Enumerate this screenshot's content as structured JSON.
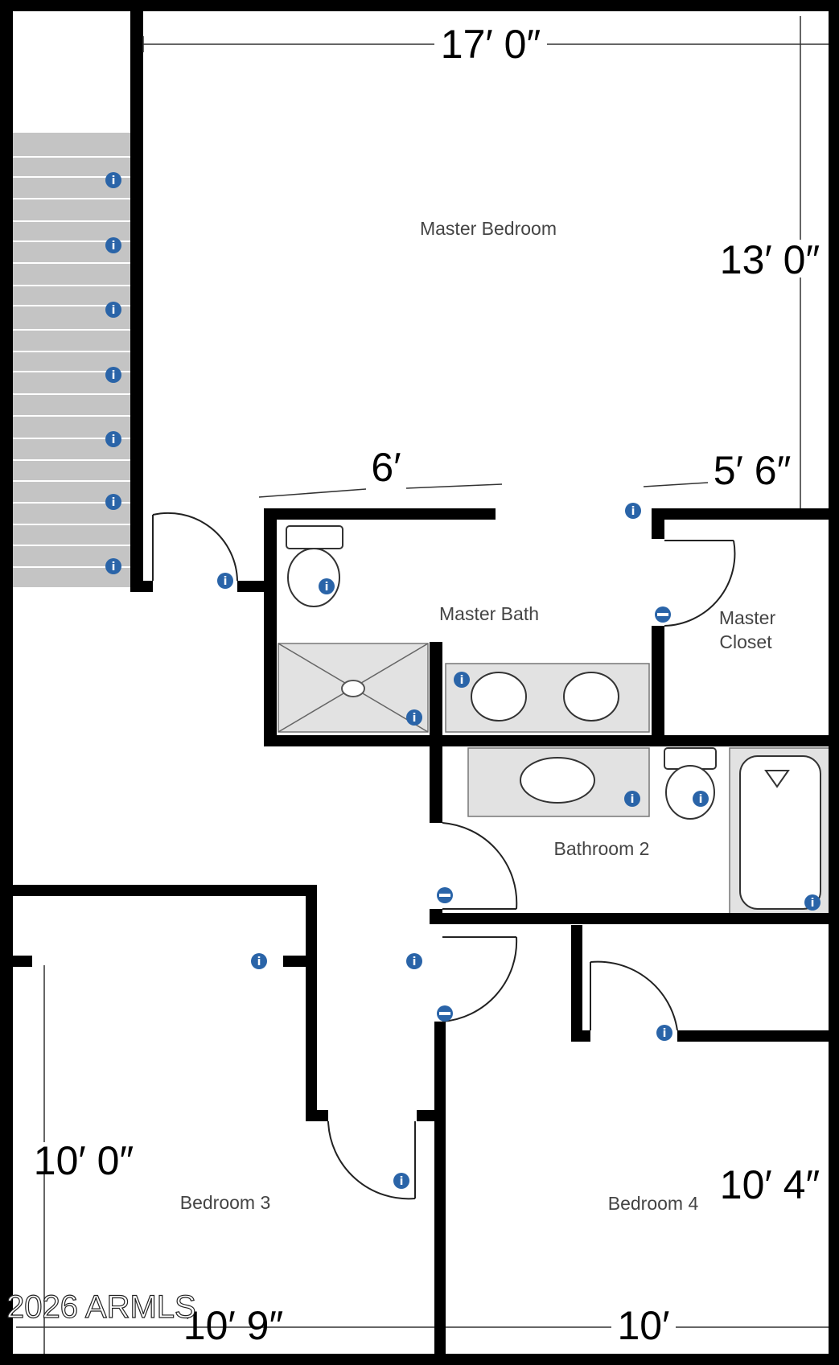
{
  "rooms": {
    "master_bedroom": "Master Bedroom",
    "master_bath": "Master Bath",
    "master_closet_line1": "Master",
    "master_closet_line2": "Closet",
    "bathroom_2": "Bathroom 2",
    "bedroom_3": "Bedroom 3",
    "bedroom_4": "Bedroom 4"
  },
  "dimensions": {
    "master_width": "17′ 0″",
    "master_depth": "13′ 0″",
    "bath_width": "6′",
    "closet_width": "5′ 6″",
    "bedroom3_depth": "10′ 0″",
    "bedroom3_width": "10′ 9″",
    "bedroom4_depth": "10′ 4″",
    "bedroom4_width": "10′"
  },
  "copyright": "2026 ARMLS",
  "icons": {
    "info_marker": "info-icon",
    "info_glyph": "i",
    "door_marker": "door-marker-icon"
  },
  "colors": {
    "wall": "#000000",
    "stairs": "#c4c4c4",
    "info_marker": "#2a64a8",
    "counter": "#e2e2e2"
  }
}
